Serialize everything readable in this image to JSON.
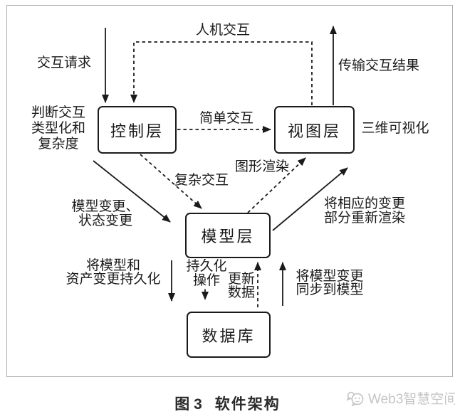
{
  "colors": {
    "stroke": "#1a1a1a",
    "text": "#1a1a1a",
    "frame_border": "#b0b0b0",
    "watermark": "#c5c5c5",
    "box_fill": "#ffffff"
  },
  "diagram": {
    "nodes": {
      "control_layer": "控制层",
      "view_layer": "视图层",
      "model_layer": "模型层",
      "database": "数据库"
    },
    "labels": {
      "human_computer_interaction": "人机交互",
      "interaction_request": "交互请求",
      "judge_interaction": "判断交互\n类型化和\n复杂度",
      "transmit_result": "传输交互结果",
      "simple_interaction": "简单交互",
      "three_d_visualization": "三维可视化",
      "complex_interaction": "复杂交互",
      "graphics_rendering": "图形渲染",
      "model_state_change": "模型变更、\n状态变更",
      "rerender_changed": "将相应的变更\n部分重新渲染",
      "persist_model_assets": "将模型和\n资产变更持久化",
      "persistence_operation": "持久化\n操作",
      "update_data": "更新\n数据",
      "sync_model_change": "将模型变更\n同步到模型"
    }
  },
  "caption": {
    "figure_no": "图 3",
    "title": "软件架构"
  },
  "watermark": {
    "text": "Web3智慧空间"
  }
}
